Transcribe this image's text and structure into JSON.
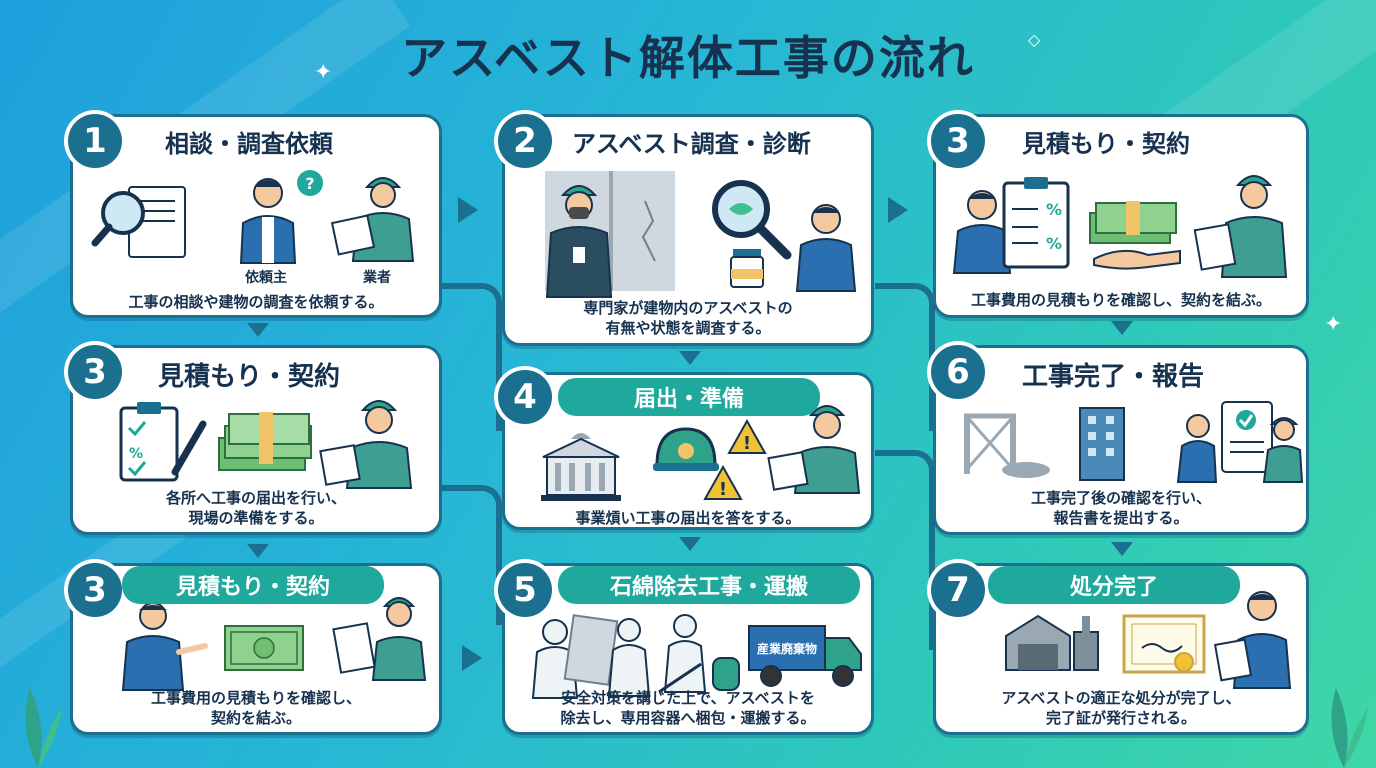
{
  "title": "アスベスト解体工事の流れ",
  "colors": {
    "primary": "#1b6f8f",
    "accent": "#1fa89c",
    "text": "#17324f"
  },
  "cards": [
    {
      "number": "1",
      "heading": "相談・調査依頼",
      "labels": [
        "依頼主",
        "業者"
      ],
      "description": "工事の相談や建物の調査を依頼する。",
      "icons": [
        "magnifier-icon",
        "document-icon",
        "client-person-icon",
        "question-bubble-icon",
        "worker-clipboard-icon"
      ]
    },
    {
      "number": "2",
      "heading": "アスベスト調査・診断",
      "description": "専門家が建物内のアスベストの\n有無や状態を調査する。",
      "icons": [
        "respirator-worker-icon",
        "cracked-wall-icon",
        "magnifier-icon",
        "sample-jar-icon",
        "person-icon"
      ]
    },
    {
      "number": "3",
      "heading": "見積もり・契約",
      "description": "工事費用の見積もりを確認し、契約を結ぶ。",
      "icons": [
        "person-icon",
        "estimate-clipboard-icon",
        "money-stack-icon",
        "handshake-hands-icon",
        "worker-document-icon"
      ]
    },
    {
      "number": "3",
      "heading": "見積もり・契約",
      "description": "各所へ工事の届出を行い、\n現場の準備をする。",
      "icons": [
        "checklist-icon",
        "pen-icon",
        "money-stack-icon",
        "worker-document-icon"
      ]
    },
    {
      "number": "4",
      "heading": "届出・準備",
      "description": "事業熕い工事の届出を答をする。",
      "icons": [
        "government-building-icon",
        "hard-hat-icon",
        "warning-icon",
        "worker-document-icon"
      ]
    },
    {
      "number": "6",
      "heading": "工事完了・報告",
      "description": "工事完了後の確認を行い、\n報告書を提出する。",
      "icons": [
        "demolition-site-icon",
        "building-icon",
        "person-icon",
        "report-icon",
        "worker-clipboard-icon"
      ]
    },
    {
      "number": "3",
      "heading": "見積もり・契約",
      "description": "工事費用の見積もりを確認し、\n契約を結ぶ。",
      "icons": [
        "person-icon",
        "money-bill-icon",
        "document-icon",
        "worker-document-icon"
      ]
    },
    {
      "number": "5",
      "heading": "石綿除去工事・運搬",
      "truck_label": "産業廃棄物",
      "description": "安全対策を講じた上で、アスベストを\n除去し、専用容器へ梱包・運搬する。",
      "icons": [
        "protective-suit-worker-icon",
        "wall-panel-icon",
        "vacuum-worker-icon",
        "truck-icon"
      ]
    },
    {
      "number": "7",
      "heading": "処分完了",
      "description": "アスベストの適正な処分が完了し、\n完了証が発行される。",
      "icons": [
        "disposal-facility-icon",
        "certificate-icon",
        "person-document-icon"
      ]
    }
  ]
}
